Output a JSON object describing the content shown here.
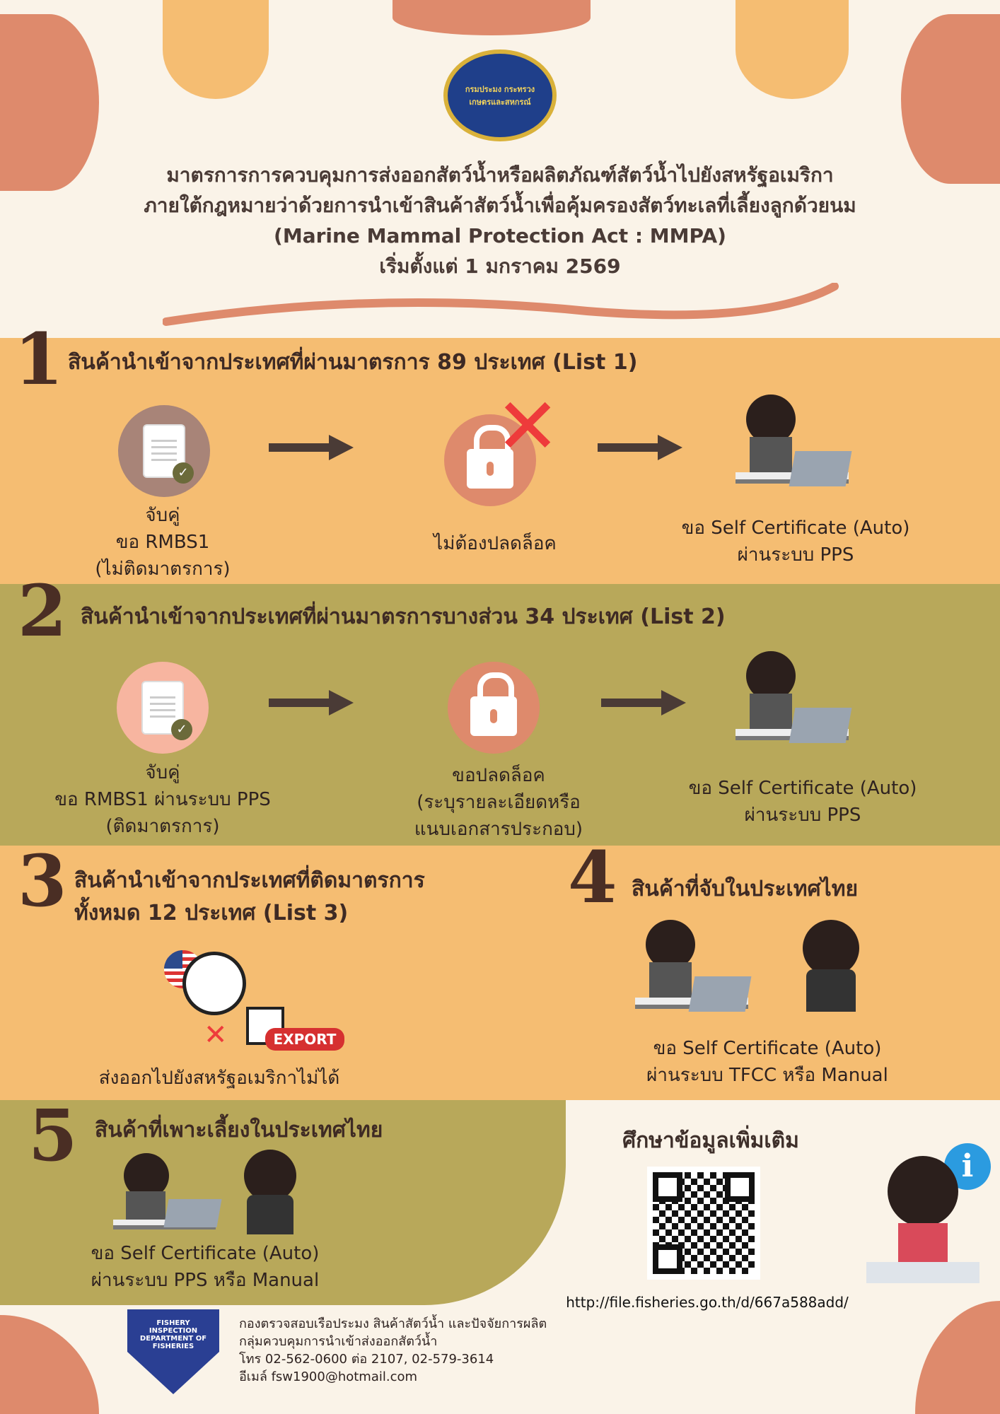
{
  "header": {
    "logo_text": "กรมประมง กระทรวงเกษตรและสหกรณ์",
    "title_lines": [
      "มาตรการการควบคุมการส่งออกสัตว์น้ำหรือผลิตภัณฑ์สัตว์น้ำไปยังสหรัฐอเมริกา",
      "ภายใต้กฎหมายว่าด้วยการนำเข้าสินค้าสัตว์น้ำเพื่อคุ้มครองสัตว์ทะเลที่เลี้ยงลูกด้วยนม",
      "(Marine Mammal Protection Act : MMPA)",
      "เริ่มตั้งแต่ 1 มกราคม 2569"
    ]
  },
  "colors": {
    "background": "#faf3e8",
    "orange_band": "#f5bd72",
    "olive_band": "#b8a85a",
    "blob": "#de8a6c",
    "text": "#3e2a24"
  },
  "sections": [
    {
      "number": "1",
      "heading": "สินค้านำเข้าจากประเทศที่ผ่านมาตรการ 89 ประเทศ (List 1)",
      "steps": [
        {
          "icon": "document-check-icon",
          "caption": [
            "จับคู่",
            "ขอ RMBS1",
            "(ไม่ติดมาตรการ)"
          ]
        },
        {
          "icon": "unlock-crossed-icon",
          "caption": [
            "ไม่ต้องปลดล็อค"
          ]
        },
        {
          "icon": "person-laptop-icon",
          "caption": [
            "ขอ Self Certificate (Auto)",
            "ผ่านระบบ PPS"
          ]
        }
      ]
    },
    {
      "number": "2",
      "heading": "สินค้านำเข้าจากประเทศที่ผ่านมาตรการบางส่วน 34 ประเทศ (List 2)",
      "steps": [
        {
          "icon": "document-check-icon",
          "caption": [
            "จับคู่",
            "ขอ RMBS1 ผ่านระบบ PPS",
            "(ติดมาตรการ)"
          ]
        },
        {
          "icon": "unlock-icon",
          "caption": [
            "ขอปลดล็อค",
            "(ระบุรายละเอียดหรือ",
            "แนบเอกสารประกอบ)"
          ]
        },
        {
          "icon": "person-laptop-icon",
          "caption": [
            "ขอ Self Certificate (Auto)",
            "ผ่านระบบ PPS"
          ]
        }
      ]
    },
    {
      "number": "3",
      "heading": [
        "สินค้านำเข้าจากประเทศที่ติดมาตรการ",
        "ทั้งหมด 12 ประเทศ (List 3)"
      ],
      "badge": "EXPORT",
      "caption": "ส่งออกไปยังสหรัฐอเมริกาไม่ได้"
    },
    {
      "number": "4",
      "heading": "สินค้าที่จับในประเทศไทย",
      "caption": [
        "ขอ Self Certificate (Auto)",
        "ผ่านระบบ TFCC หรือ Manual"
      ]
    },
    {
      "number": "5",
      "heading": "สินค้าที่เพาะเลี้ยงในประเทศไทย",
      "caption": [
        "ขอ Self Certificate (Auto)",
        "ผ่านระบบ PPS หรือ Manual"
      ]
    }
  ],
  "more_info": {
    "heading": "ศึกษาข้อมูลเพิ่มเติม",
    "url": "http://file.fisheries.go.th/d/667a588add/"
  },
  "footer": {
    "badge_text": "FISHERY INSPECTION DEPARTMENT OF FISHERIES",
    "lines": [
      "กองตรวจสอบเรือประมง สินค้าสัตว์น้ำ และปัจจัยการผลิต",
      "กลุ่มควบคุมการนำเข้าส่งออกสัตว์น้ำ",
      "โทร 02-562-0600 ต่อ 2107, 02-579-3614",
      "อีเมล์ fsw1900@hotmail.com"
    ]
  }
}
